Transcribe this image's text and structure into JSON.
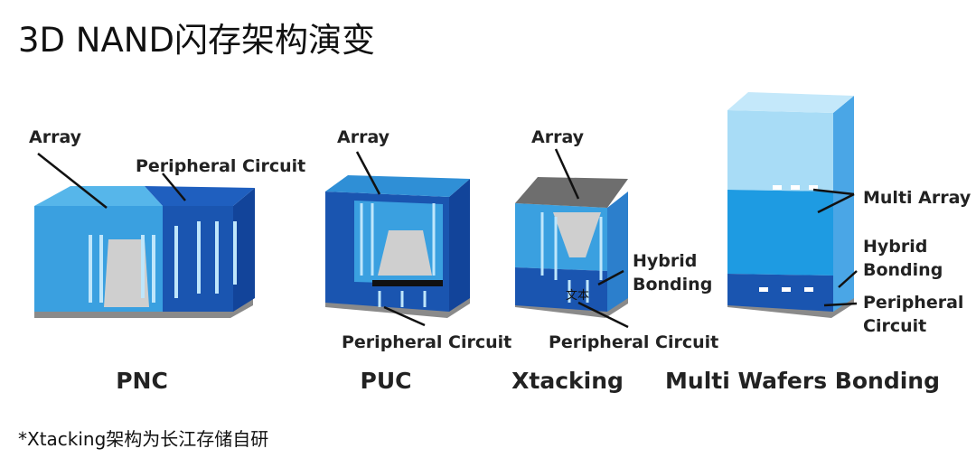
{
  "title": "3D NAND闪存架构演变",
  "footnote": "*Xtacking架构为长江存储自研",
  "colors": {
    "array_blue": "#2f9be0",
    "peripheral_blue": "#1a55b0",
    "top_light": "#8ecff2",
    "multi_array_light": "#a8dcf6",
    "substrate_gray": "#8a8a8a"
  },
  "panels": [
    {
      "caption": "PNC",
      "labels": {
        "array": "Array",
        "peripheral": "Peripheral Circuit"
      }
    },
    {
      "caption": "PUC",
      "labels": {
        "array": "Array",
        "peripheral": "Peripheral Circuit"
      }
    },
    {
      "caption": "Xtacking",
      "labels": {
        "array": "Array",
        "hybrid_1": "Hybrid",
        "hybrid_2": "Bonding",
        "peripheral": "Peripheral Circuit",
        "overlay": "文本"
      }
    },
    {
      "caption": "Multi Wafers Bonding",
      "labels": {
        "multi_array": "Multi Array",
        "hybrid_1": "Hybrid",
        "hybrid_2": "Bonding",
        "peripheral_1": "Peripheral",
        "peripheral_2": "Circuit"
      }
    }
  ]
}
